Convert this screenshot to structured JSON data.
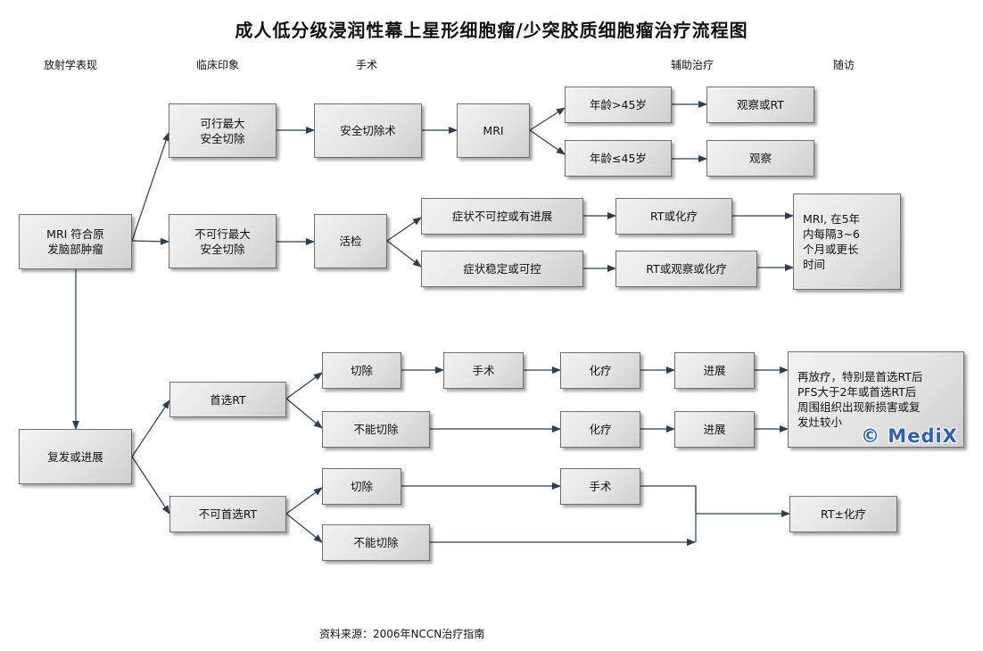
{
  "title": "成人低分级浸润性幕上星形细胞瘤/少突胶质细胞瘤治疗流程图",
  "columns": {
    "radiology": "放射学表现",
    "clinical": "临床印象",
    "surgery": "手术",
    "adjuvant": "辅助治疗",
    "followup": "随访"
  },
  "nodes": {
    "mri_start": "MRI 符合原\n发脑部肿瘤",
    "max_safe_resect": "可行最大\n安全切除",
    "safe_resection": "安全切除术",
    "mri": "MRI",
    "age_over45": "年龄>45岁",
    "age_le45": "年龄≤45岁",
    "observe_or_rt": "观察或RT",
    "observe": "观察",
    "not_max_safe": "不可行最大\n安全切除",
    "biopsy": "活检",
    "symptom_uncontrolled": "症状不可控或有进展",
    "symptom_stable": "症状稳定或可控",
    "rt_or_chemo": "RT或化疗",
    "rt_observe_chemo": "RT或观察或化疗",
    "followup_mri": "MRI, 在5年\n内每隔3~6\n个月或更长\n时间",
    "recur": "复发或进展",
    "prior_rt": "首选RT",
    "resect_1": "切除",
    "surgery_1": "手术",
    "chemo_1": "化疗",
    "progress_1": "进展",
    "unresectable_1": "不能切除",
    "chemo_2": "化疗",
    "progress_2": "进展",
    "re_rt_note": "再放疗，特别是首选RT后\nPFS大于2年或首选RT后\n周围组织出现新损害或复\n发灶较小",
    "no_prior_rt": "不可首选RT",
    "resect_2": "切除",
    "surgery_2": "手术",
    "unresectable_2": "不能切除",
    "rt_chemo": "RT±化疗"
  },
  "source": "资料来源：2006年NCCN治疗指南",
  "watermark": "© MediX"
}
